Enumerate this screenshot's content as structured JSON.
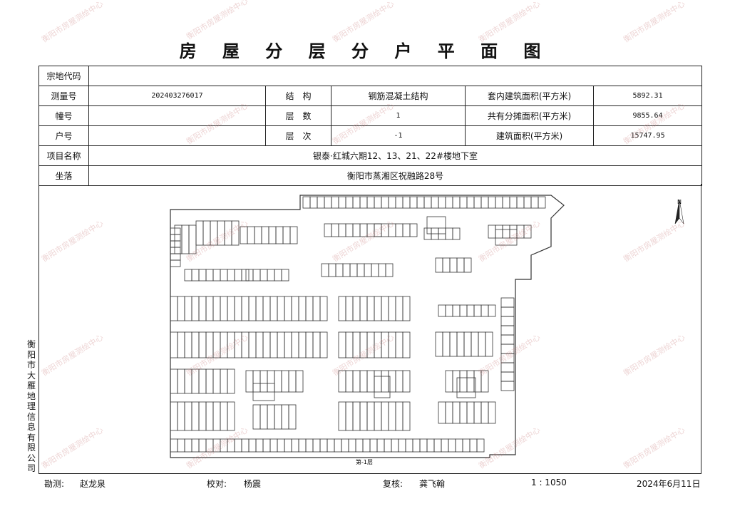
{
  "title": "房 屋 分 层 分 户 平 面 图",
  "table": {
    "zongdi_label": "宗地代码",
    "zongdi_value": "",
    "celiang_label": "测量号",
    "celiang_value": "202403276017",
    "jiegou_label": "结　构",
    "jiegou_value": "钢筋混凝土结构",
    "taonei_label": "套内建筑面积(平方米)",
    "taonei_value": "5892.31",
    "zhuang_label": "幢号",
    "zhuang_value": "",
    "censhu_label": "层　数",
    "censhu_value": "1",
    "gongyou_label": "共有分摊面积(平方米)",
    "gongyou_value": "9855.64",
    "hu_label": "户号",
    "hu_value": "",
    "cenci_label": "层　次",
    "cenci_value": "-1",
    "jianzhu_label": "建筑面积(平方米)",
    "jianzhu_value": "15747.95",
    "xiangmu_label": "项目名称",
    "xiangmu_value": "银泰·红城六期12、13、21、22#楼地下室",
    "zuoluo_label": "坐落",
    "zuoluo_value": "衡阳市蒸湘区祝融路28号"
  },
  "plan": {
    "floor_label": "第-1层",
    "north_label": "N"
  },
  "side_text": "衡阳市大雁地理信息有限公司",
  "footer": {
    "kance_label": "勘测:",
    "kance_name": "赵龙泉",
    "jiaodui_label": "校对:",
    "jiaodui_name": "杨震",
    "fuhe_label": "复核:",
    "fuhe_name": "龚飞翰",
    "scale": "1 : 1050",
    "date": "2024年6月11日"
  },
  "watermark": "衡阳市房屋测绘中心"
}
